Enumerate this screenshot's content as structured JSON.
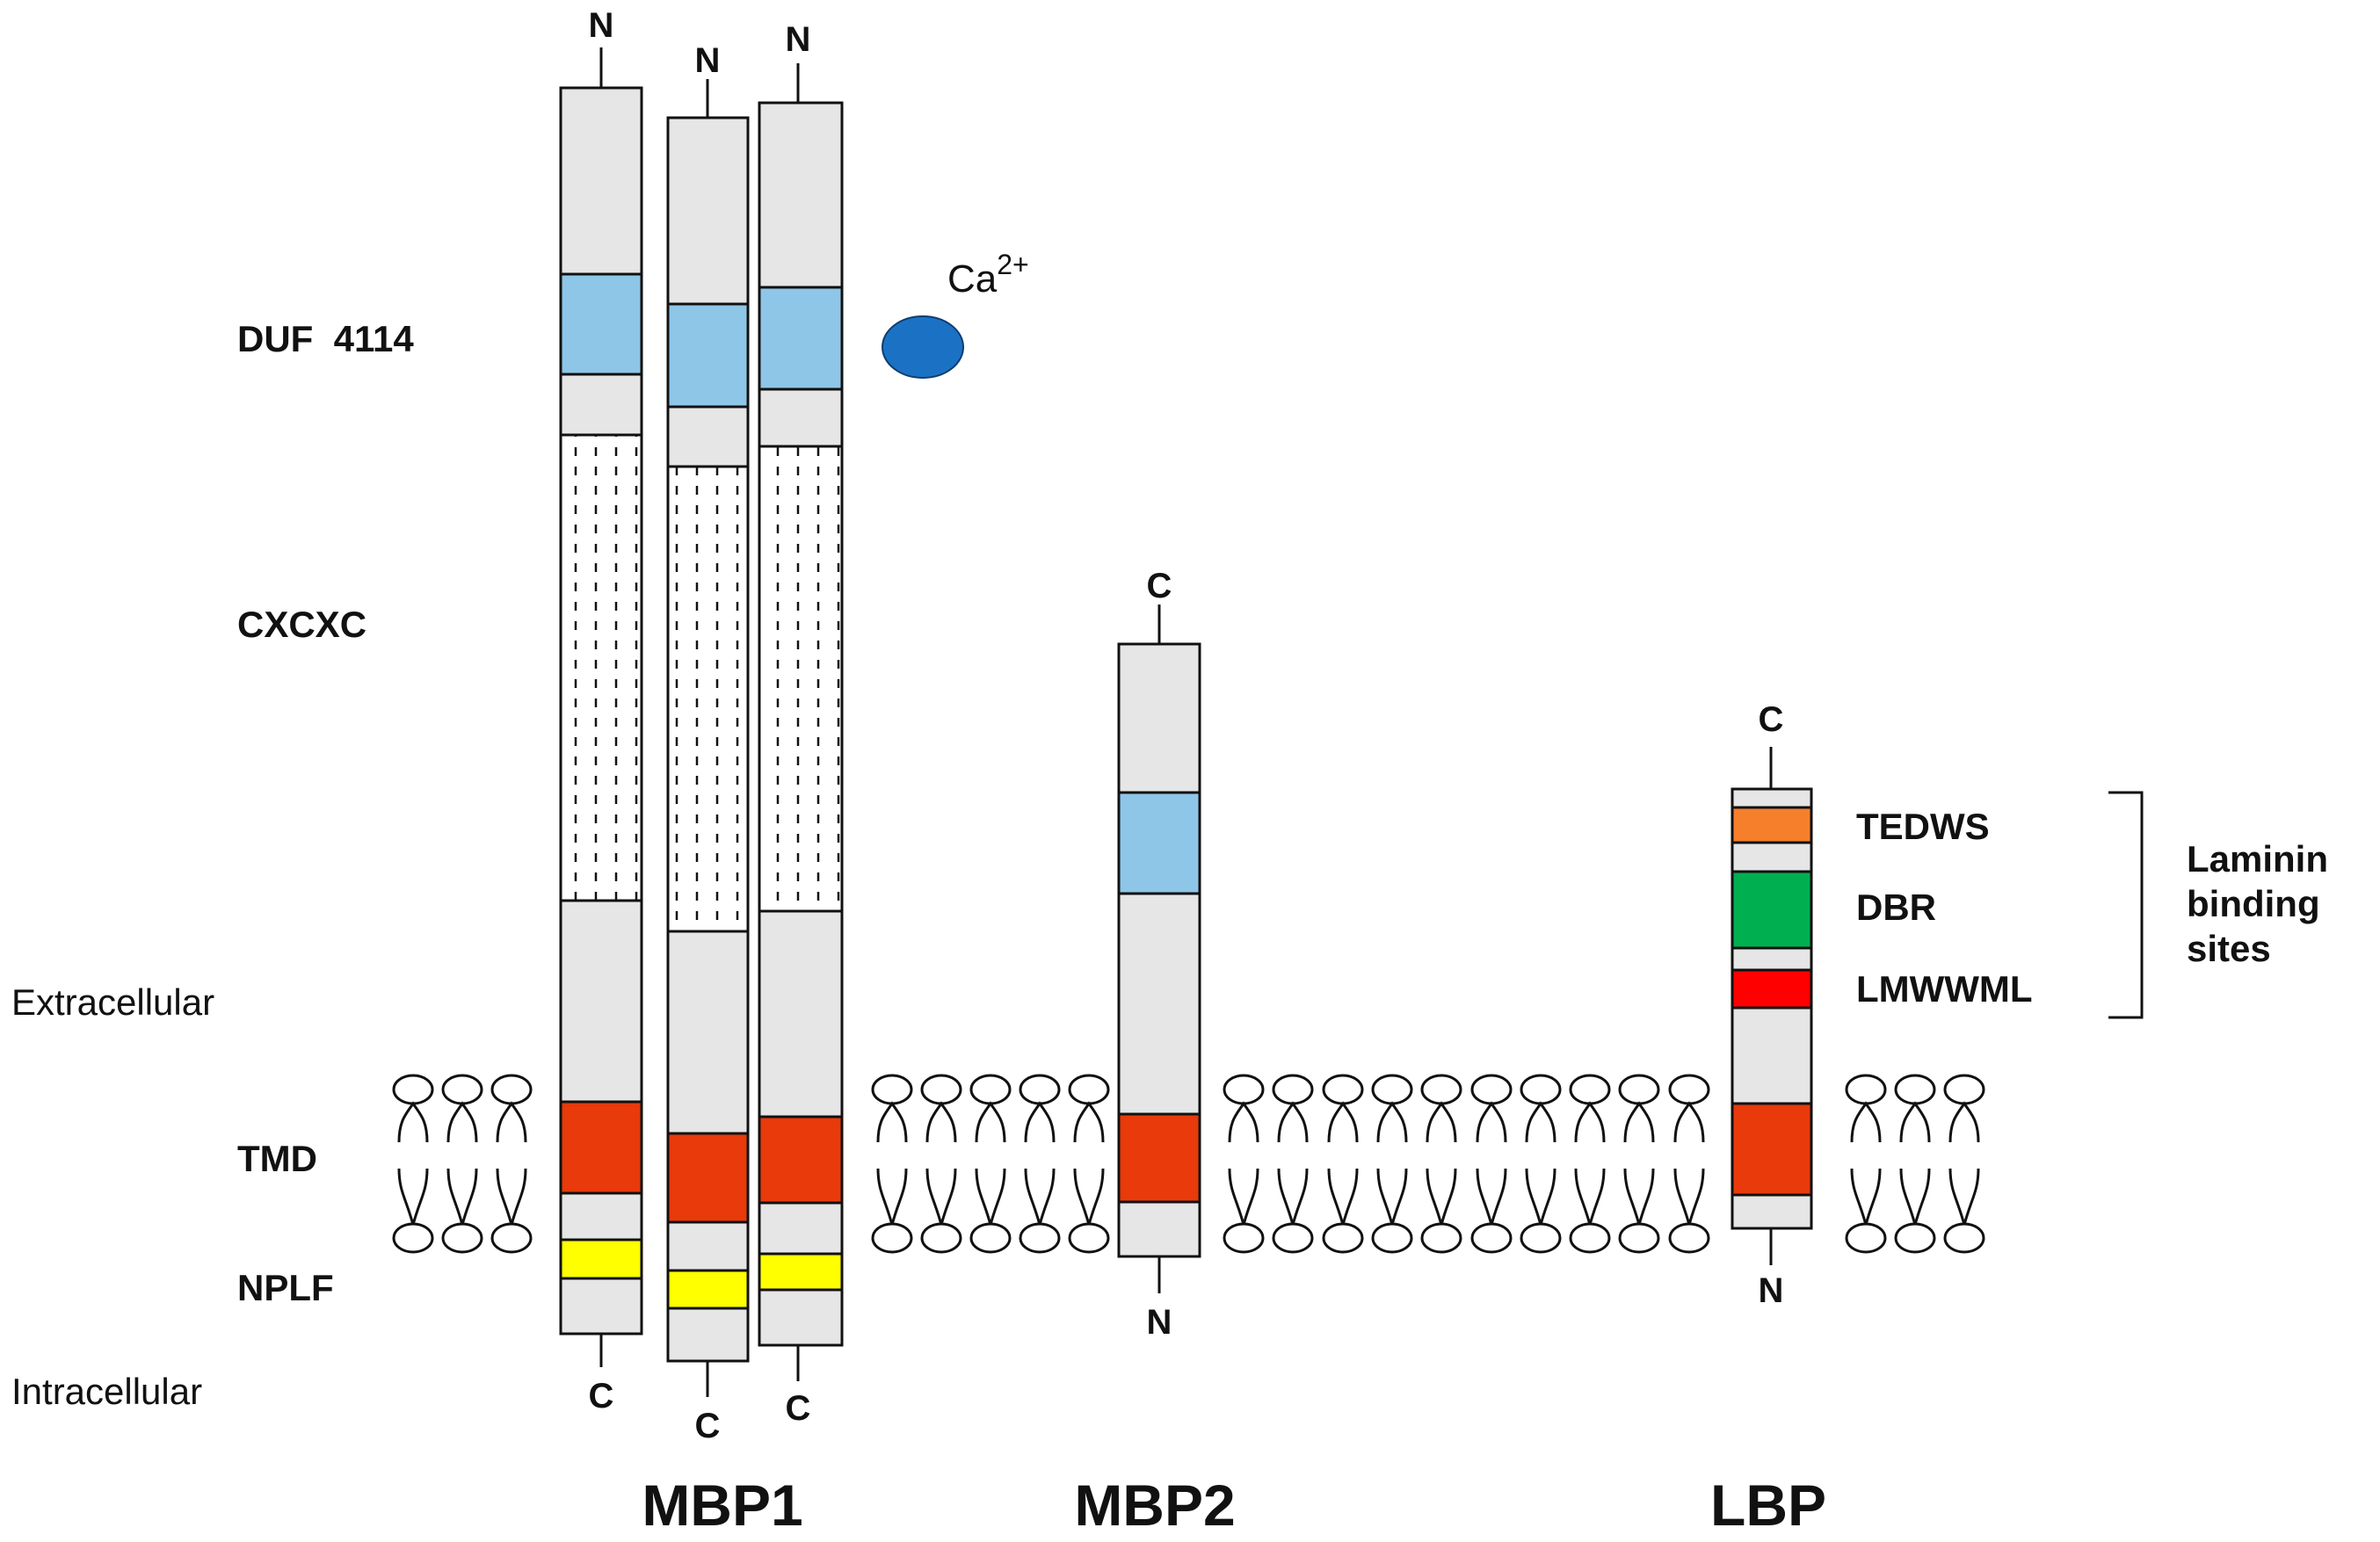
{
  "domain_labels": {
    "duf": "DUF  4114",
    "cxcxc": "CXCXC",
    "tmd": "TMD",
    "nplf": "NPLF",
    "extracellular": "Extracellular",
    "intracellular": "Intracellular"
  },
  "ion": {
    "label": "Ca",
    "charge": "2+",
    "color": "#1b72c4"
  },
  "terminus": {
    "n": "N",
    "c": "C"
  },
  "proteins": {
    "mbp1": "MBP1",
    "mbp2": "MBP2",
    "lbp": "LBP"
  },
  "lbp_sites": {
    "tedws": "TEDWS",
    "dbr": "DBR",
    "lmwwml": "LMWWML",
    "bracket_label": [
      "Laminin",
      "binding",
      "sites"
    ]
  },
  "colors": {
    "body": "#e6e6e6",
    "duf": "#8ec6e8",
    "tmd": "#e83a0a",
    "nplf": "#ffff00",
    "tedws": "#f57f2b",
    "dbr": "#00b050",
    "lmwwml": "#ff0000"
  }
}
